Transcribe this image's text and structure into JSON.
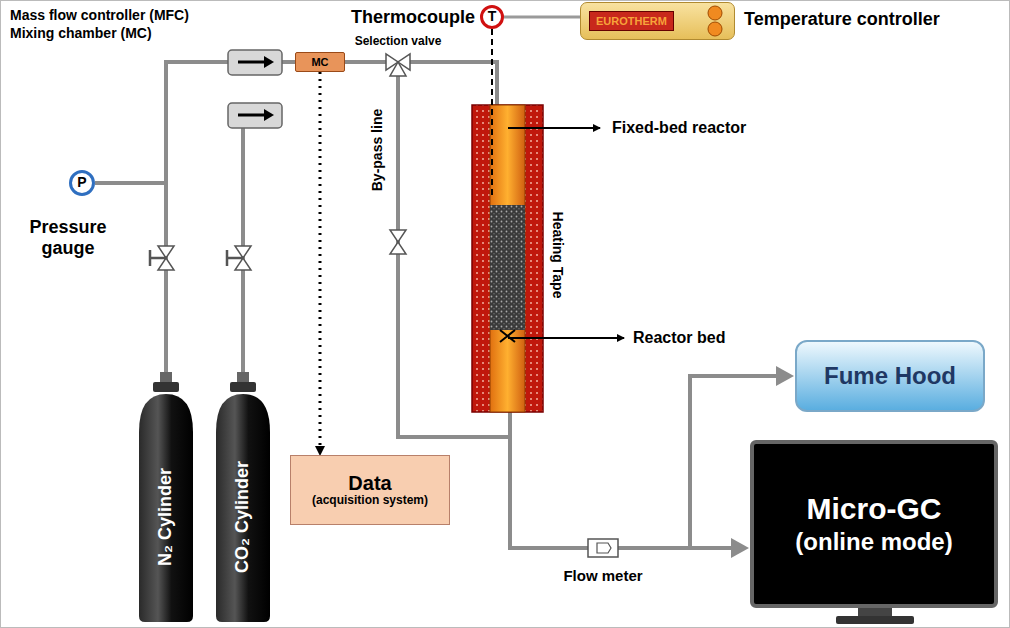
{
  "diagram": {
    "nodes": [
      {
        "text": [
          "N₂ Cylinder"
        ]
      },
      {
        "text": [
          "CO₂ Cylinder"
        ]
      },
      {
        "text": [
          "P"
        ]
      },
      {
        "text": [
          "MC"
        ]
      },
      {
        "text": [
          "T"
        ]
      },
      {
        "text": [
          "EUROTHERM"
        ]
      },
      {
        "text": [
          "Data",
          "(acquisition system)"
        ]
      },
      {
        "text": [
          "Fume Hood"
        ]
      },
      {
        "text": [
          "Micro-GC",
          "(online mode)"
        ]
      }
    ],
    "edges": [
      {
        "from": 4,
        "to": 5,
        "arrow": "none"
      },
      {
        "from": 3,
        "to": 6,
        "arrow": "to"
      }
    ],
    "labels": [
      "Mass flow controller (MFC)",
      "Mixing chamber (MC)",
      "Thermocouple",
      "Temperature controller",
      "Selection valve",
      "Pressure gauge",
      "By-pass line",
      "Heating Tape",
      "Fixed-bed reactor",
      "Reactor bed",
      "Flow meter"
    ]
  }
}
